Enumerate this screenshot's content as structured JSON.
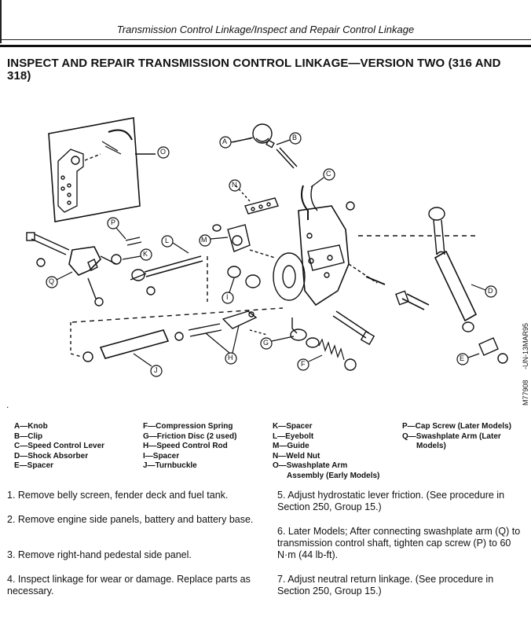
{
  "header": {
    "running_title": "Transmission Control Linkage/Inspect and Repair Control Linkage"
  },
  "section": {
    "title": "INSPECT AND REPAIR TRANSMISSION CONTROL LINKAGE—VERSION TWO (316 AND 318)"
  },
  "figure": {
    "callouts": [
      "A",
      "B",
      "C",
      "D",
      "E",
      "F",
      "G",
      "H",
      "I",
      "J",
      "K",
      "L",
      "M",
      "N",
      "O",
      "P",
      "Q"
    ],
    "side_ids": [
      "-UN-13MAR95",
      "M77908"
    ],
    "dot": "."
  },
  "legend": {
    "col1": [
      "A—Knob",
      "B—Clip",
      "C—Speed Control Lever",
      "D—Shock Absorber",
      "E—Spacer"
    ],
    "col2": [
      "F—Compression Spring",
      "G—Friction Disc (2 used)",
      "H—Speed Control Rod",
      "I—Spacer",
      "J—Turnbuckle"
    ],
    "col3": [
      "K—Spacer",
      "L—Eyebolt",
      "M—Guide",
      "N—Weld Nut",
      "O—Swashplate Arm",
      "Assembly (Early Models)"
    ],
    "col4": [
      "P—Cap Screw (Later Models)",
      "Q—Swashplate Arm (Later",
      "Models)"
    ]
  },
  "steps": {
    "left": [
      "1. Remove belly screen, fender deck and fuel tank.",
      "2. Remove engine side panels, battery and battery base.",
      "3. Remove right-hand pedestal side panel.",
      "4. Inspect linkage for wear or damage. Replace parts as necessary."
    ],
    "right": [
      "5. Adjust hydrostatic lever friction. (See procedure in Section 250, Group 15.)",
      "6. Later Models; After connecting swashplate arm (Q) to transmission control shaft, tighten cap screw (P) to 60 N·m (44 lb-ft).",
      "7. Adjust neutral return linkage. (See procedure in Section 250, Group 15.)"
    ]
  }
}
